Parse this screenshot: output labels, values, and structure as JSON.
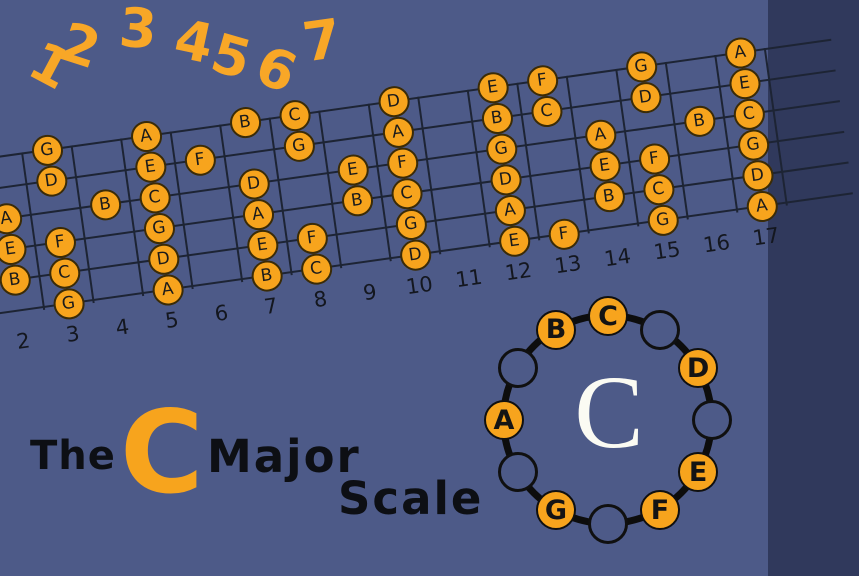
{
  "colors": {
    "background": "#4d5a88",
    "note_orange": "#f7a41d",
    "degree_orange": "#f8a727",
    "line_dark": "#1d2434",
    "text_black": "#0d0f14",
    "wheel_center_white": "#fbfbf3"
  },
  "scale_degrees": [
    "1",
    "2",
    "3",
    "4",
    "5",
    "6",
    "7"
  ],
  "fretboard": {
    "strings_count": 6,
    "fret_numbers": [
      "2",
      "3",
      "4",
      "5",
      "6",
      "7",
      "8",
      "9",
      "10",
      "11",
      "12",
      "13",
      "14",
      "15",
      "16",
      "17"
    ],
    "notes": [
      {
        "fret": 2,
        "string": 3,
        "label": "A"
      },
      {
        "fret": 2,
        "string": 4,
        "label": "E"
      },
      {
        "fret": 2,
        "string": 5,
        "label": "B"
      },
      {
        "fret": 3,
        "string": 1,
        "label": "G"
      },
      {
        "fret": 3,
        "string": 2,
        "label": "D"
      },
      {
        "fret": 3,
        "string": 4,
        "label": "F"
      },
      {
        "fret": 3,
        "string": 5,
        "label": "C"
      },
      {
        "fret": 3,
        "string": 6,
        "label": "G"
      },
      {
        "fret": 4,
        "string": 3,
        "label": "B"
      },
      {
        "fret": 5,
        "string": 1,
        "label": "A"
      },
      {
        "fret": 5,
        "string": 2,
        "label": "E"
      },
      {
        "fret": 5,
        "string": 3,
        "label": "C"
      },
      {
        "fret": 5,
        "string": 4,
        "label": "G"
      },
      {
        "fret": 5,
        "string": 5,
        "label": "D"
      },
      {
        "fret": 5,
        "string": 6,
        "label": "A"
      },
      {
        "fret": 6,
        "string": 2,
        "label": "F"
      },
      {
        "fret": 7,
        "string": 1,
        "label": "B"
      },
      {
        "fret": 7,
        "string": 3,
        "label": "D"
      },
      {
        "fret": 7,
        "string": 4,
        "label": "A"
      },
      {
        "fret": 7,
        "string": 5,
        "label": "E"
      },
      {
        "fret": 7,
        "string": 6,
        "label": "B"
      },
      {
        "fret": 8,
        "string": 1,
        "label": "C"
      },
      {
        "fret": 8,
        "string": 2,
        "label": "G"
      },
      {
        "fret": 8,
        "string": 5,
        "label": "F"
      },
      {
        "fret": 8,
        "string": 6,
        "label": "C"
      },
      {
        "fret": 9,
        "string": 3,
        "label": "E"
      },
      {
        "fret": 9,
        "string": 4,
        "label": "B"
      },
      {
        "fret": 10,
        "string": 1,
        "label": "D"
      },
      {
        "fret": 10,
        "string": 2,
        "label": "A"
      },
      {
        "fret": 10,
        "string": 3,
        "label": "F"
      },
      {
        "fret": 10,
        "string": 4,
        "label": "C"
      },
      {
        "fret": 10,
        "string": 5,
        "label": "G"
      },
      {
        "fret": 10,
        "string": 6,
        "label": "D"
      },
      {
        "fret": 12,
        "string": 1,
        "label": "E"
      },
      {
        "fret": 12,
        "string": 2,
        "label": "B"
      },
      {
        "fret": 12,
        "string": 3,
        "label": "G"
      },
      {
        "fret": 12,
        "string": 4,
        "label": "D"
      },
      {
        "fret": 12,
        "string": 5,
        "label": "A"
      },
      {
        "fret": 12,
        "string": 6,
        "label": "E"
      },
      {
        "fret": 13,
        "string": 1,
        "label": "F"
      },
      {
        "fret": 13,
        "string": 2,
        "label": "C"
      },
      {
        "fret": 13,
        "string": 6,
        "label": "F"
      },
      {
        "fret": 14,
        "string": 3,
        "label": "A"
      },
      {
        "fret": 14,
        "string": 4,
        "label": "E"
      },
      {
        "fret": 14,
        "string": 5,
        "label": "B"
      },
      {
        "fret": 15,
        "string": 1,
        "label": "G"
      },
      {
        "fret": 15,
        "string": 2,
        "label": "D"
      },
      {
        "fret": 15,
        "string": 4,
        "label": "F"
      },
      {
        "fret": 15,
        "string": 5,
        "label": "C"
      },
      {
        "fret": 15,
        "string": 6,
        "label": "G"
      },
      {
        "fret": 16,
        "string": 3,
        "label": "B"
      },
      {
        "fret": 17,
        "string": 1,
        "label": "A"
      },
      {
        "fret": 17,
        "string": 2,
        "label": "E"
      },
      {
        "fret": 17,
        "string": 3,
        "label": "C"
      },
      {
        "fret": 17,
        "string": 4,
        "label": "G"
      },
      {
        "fret": 17,
        "string": 5,
        "label": "D"
      },
      {
        "fret": 17,
        "string": 6,
        "label": "A"
      }
    ]
  },
  "title": {
    "the": "The",
    "key": "C",
    "major": "Major",
    "scale": "Scale"
  },
  "wheel": {
    "center_label": "C",
    "slots": [
      {
        "label": "C",
        "filled": true
      },
      {
        "label": "",
        "filled": false
      },
      {
        "label": "D",
        "filled": true
      },
      {
        "label": "",
        "filled": false
      },
      {
        "label": "E",
        "filled": true
      },
      {
        "label": "F",
        "filled": true
      },
      {
        "label": "",
        "filled": false
      },
      {
        "label": "G",
        "filled": true
      },
      {
        "label": "",
        "filled": false
      },
      {
        "label": "A",
        "filled": true
      },
      {
        "label": "",
        "filled": false
      },
      {
        "label": "B",
        "filled": true
      }
    ]
  }
}
